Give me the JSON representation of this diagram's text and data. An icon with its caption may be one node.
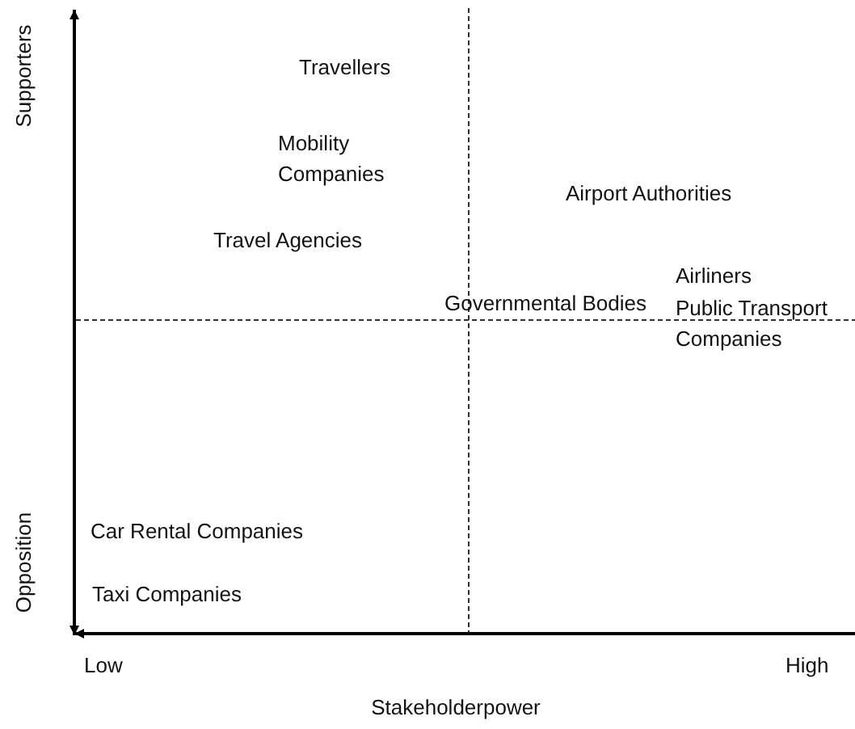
{
  "diagram": {
    "labels": [
      "Supporters",
      "Travellers",
      "Mobility Companies",
      "Airport Authorities",
      "Travel Agencies",
      "Airliners",
      "Governmental Bodies",
      "Public Transport Companies",
      "Car Rental Companies",
      "Opposition",
      "Taxi Companies",
      "Low",
      "High",
      "Stakeholderpower"
    ]
  }
}
